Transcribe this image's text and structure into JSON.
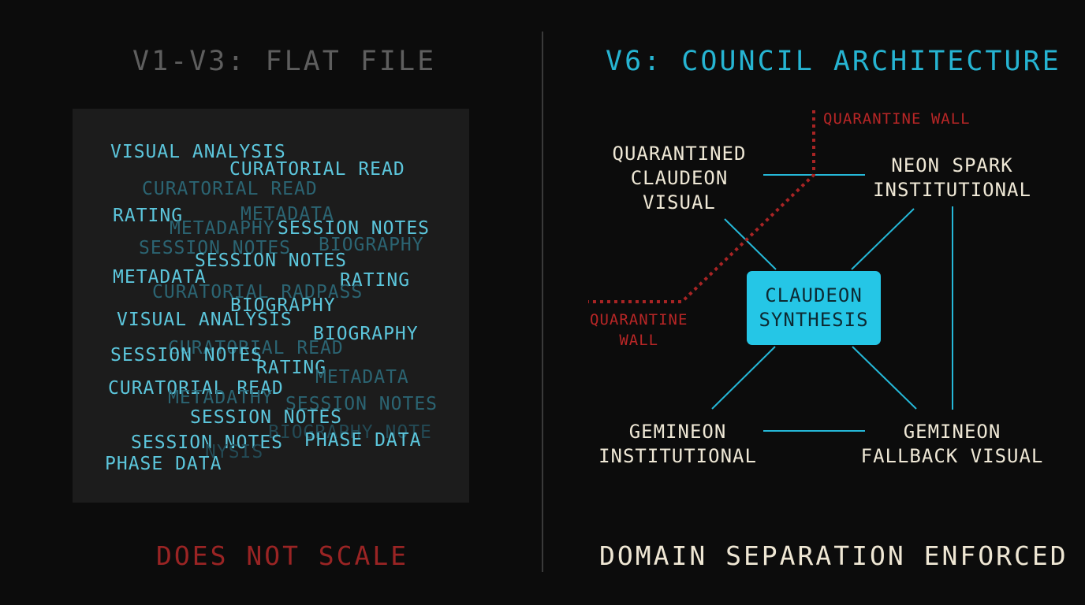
{
  "left_panel": {
    "title": "V1-V3: FLAT FILE",
    "footer": "DOES NOT SCALE",
    "words": [
      {
        "text": "VISUAL ANALYSIS",
        "tone": "hi"
      },
      {
        "text": "CURATORIAL READ",
        "tone": "hi"
      },
      {
        "text": "CURATORIAL READ",
        "tone": "lo"
      },
      {
        "text": "RATING",
        "tone": "hi"
      },
      {
        "text": "METADATA",
        "tone": "lo"
      },
      {
        "text": "METADAPHY",
        "tone": "lo"
      },
      {
        "text": "SESSION NOTES",
        "tone": "hi"
      },
      {
        "text": "SESSION NOTES",
        "tone": "lo"
      },
      {
        "text": "BIOGRAPHY",
        "tone": "lo"
      },
      {
        "text": "SESSION NOTES",
        "tone": "hi"
      },
      {
        "text": "METADATA",
        "tone": "hi"
      },
      {
        "text": "RATING",
        "tone": "hi"
      },
      {
        "text": "CURATORIAL RADPASS",
        "tone": "lo"
      },
      {
        "text": "BIOGRAPHY",
        "tone": "hi"
      },
      {
        "text": "VISUAL ANALYSIS",
        "tone": "hi"
      },
      {
        "text": "BIOGRAPHY",
        "tone": "hi"
      },
      {
        "text": "CURATORIAL READ",
        "tone": "lo"
      },
      {
        "text": "SESSION NOTES",
        "tone": "hi"
      },
      {
        "text": "RATING",
        "tone": "hi"
      },
      {
        "text": "METADATA",
        "tone": "lo"
      },
      {
        "text": "CURATORIAL READ",
        "tone": "hi"
      },
      {
        "text": "METADATHY",
        "tone": "lo"
      },
      {
        "text": "SESSION NOTES",
        "tone": "lo"
      },
      {
        "text": "SESSION NOTES",
        "tone": "hi"
      },
      {
        "text": "BIOGRAPHY NOTE",
        "tone": "faint"
      },
      {
        "text": "SESSION NOTES",
        "tone": "hi"
      },
      {
        "text": "PHASE DATA",
        "tone": "hi"
      },
      {
        "text": "NYSIS",
        "tone": "faint"
      },
      {
        "text": "PHASE DATA",
        "tone": "hi"
      }
    ]
  },
  "right_panel": {
    "title": "V6: COUNCIL ARCHITECTURE",
    "footer": "DOMAIN SEPARATION ENFORCED",
    "nodes": {
      "top_left": "QUARANTINED\nCLAUDEON\nVISUAL",
      "top_right": "NEON SPARK\nINSTITUTIONAL",
      "center": "CLAUDEON\nSYNTHESIS",
      "bottom_left": "GEMINEON\nINSTITUTIONAL",
      "bottom_right": "GEMINEON\nFALLBACK VISUAL"
    },
    "wall_labels": {
      "top": "QUARANTINE WALL",
      "left": "QUARANTINE\nWALL"
    },
    "colors": {
      "connector": "#25b8d8",
      "wall": "#a82424",
      "center_fill": "#25c6e6",
      "node_text": "#efe8d6"
    }
  }
}
